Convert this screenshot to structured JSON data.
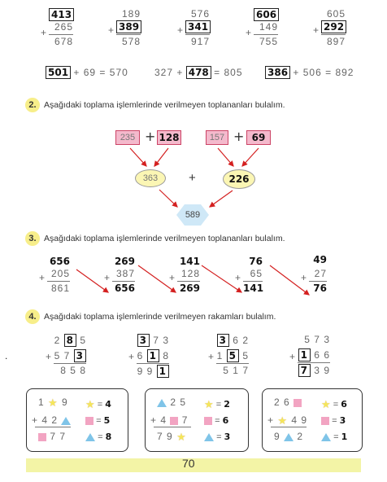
{
  "row1": [
    {
      "a": "413",
      "b": "265",
      "r": "678",
      "box": "a"
    },
    {
      "a": "189",
      "b": "389",
      "r": "578",
      "box": "b"
    },
    {
      "a": "576",
      "b": "341",
      "r": "917",
      "box": "b"
    },
    {
      "a": "606",
      "b": "149",
      "r": "755",
      "box": "a"
    },
    {
      "a": "605",
      "b": "292",
      "r": "897",
      "box": "b"
    }
  ],
  "row1_plus": "+",
  "row2": [
    {
      "ans": "501",
      "rest": "+ 69 = 570"
    },
    {
      "pre": "327 +",
      "ans": "478",
      "rest": "= 805"
    },
    {
      "ans": "386",
      "rest": "+ 506 = 892"
    }
  ],
  "q2": {
    "num": "2.",
    "text": "Aşağıdaki toplama işlemlerinde verilmeyen toplananları bulalım.",
    "left_given": "235",
    "left_ans": "128",
    "right_given": "157",
    "right_ans": "69",
    "plus": "+",
    "oval_left": "363",
    "oval_right": "226",
    "hex": "589"
  },
  "q3": {
    "num": "3.",
    "text": "Aşağıdaki toplama işlemlerinde verilmeyen toplananları bulalım.",
    "first": {
      "a": "656",
      "b": "205",
      "r": "861"
    },
    "items": [
      {
        "a": "269",
        "b": "387",
        "r": "656"
      },
      {
        "a": "141",
        "b": "128",
        "r": "269"
      },
      {
        "a": "76",
        "b": "65",
        "r": "141"
      },
      {
        "a": "49",
        "b": "27",
        "r": "76"
      }
    ]
  },
  "q4": {
    "num": "4.",
    "text": "Aşağıdaki toplama işlemlerinde verilmeyen rakamları bulalım.",
    "ops": [
      {
        "l1": [
          "2",
          "8",
          "5"
        ],
        "l2": [
          "5",
          "7",
          "3"
        ],
        "l3": [
          "8",
          "5",
          "8"
        ]
      },
      {
        "l1": [
          "3",
          "7",
          "3"
        ],
        "l2": [
          "6",
          "1",
          "8"
        ],
        "l3": [
          "9",
          "9",
          "1"
        ]
      },
      {
        "l1": [
          "3",
          "6",
          "2"
        ],
        "l2": [
          "1",
          "5",
          "5"
        ],
        "l3": [
          "5",
          "1",
          "7"
        ]
      },
      {
        "l1": [
          "5",
          "7",
          "3"
        ],
        "l2": [
          "1",
          "6",
          "6"
        ],
        "l3": [
          "7",
          "3",
          "9"
        ]
      }
    ],
    "marker": "."
  },
  "puzzles": [
    {
      "row1": [
        "1",
        "9"
      ],
      "row2": [
        "4",
        "2"
      ],
      "row3": [
        "7",
        "7"
      ],
      "star": "4",
      "square": "5",
      "triangle": "8"
    },
    {
      "row1": [
        "2",
        "5"
      ],
      "row2": [
        "4",
        "7"
      ],
      "row3": [
        "7",
        "9"
      ],
      "star": "2",
      "square": "6",
      "triangle": "3"
    },
    {
      "row1": [
        "2",
        "6"
      ],
      "row2": [
        "4",
        "9"
      ],
      "row3": [
        "9",
        "2"
      ],
      "star": "6",
      "square": "3",
      "triangle": "1"
    }
  ],
  "legend_eq": "=",
  "page_number": "70"
}
